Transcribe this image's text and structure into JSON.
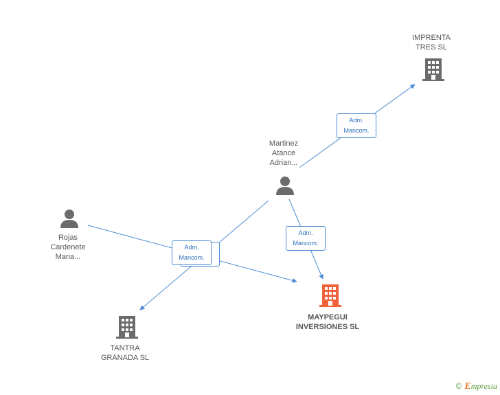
{
  "colors": {
    "edge": "#4a8ad4",
    "node": "#6b6b6b",
    "main_node": "#f0623a",
    "text": "#555555"
  },
  "nodes": {
    "imprenta": {
      "type": "company",
      "label": [
        "IMPRENTA",
        "TRES SL"
      ]
    },
    "martinez": {
      "type": "person",
      "label": [
        "Martinez",
        "Atance",
        "Adrian..."
      ]
    },
    "rojas": {
      "type": "person",
      "label": [
        "Rojas",
        "Cardenete",
        "Maria..."
      ]
    },
    "maypegui": {
      "type": "company",
      "main": true,
      "label": [
        "MAYPEGUI",
        "INVERSIONES SL"
      ]
    },
    "tantra": {
      "type": "company",
      "label": [
        "TANTRA",
        "GRANADA SL"
      ]
    }
  },
  "edges": [
    {
      "from": "martinez",
      "to": "imprenta",
      "label": [
        "Adm.",
        "Mancom."
      ]
    },
    {
      "from": "martinez",
      "to": "maypegui",
      "label": [
        "Adm.",
        "Mancom."
      ]
    },
    {
      "from": "rojas",
      "to": "maypegui",
      "label": [
        "Adm.",
        "Mancom."
      ]
    },
    {
      "from": "martinez",
      "to": "tantra",
      "label": [
        "Adm.",
        "Mancom."
      ]
    }
  ],
  "brand": {
    "copyright": "©",
    "initial": "E",
    "rest": "mpresia"
  }
}
